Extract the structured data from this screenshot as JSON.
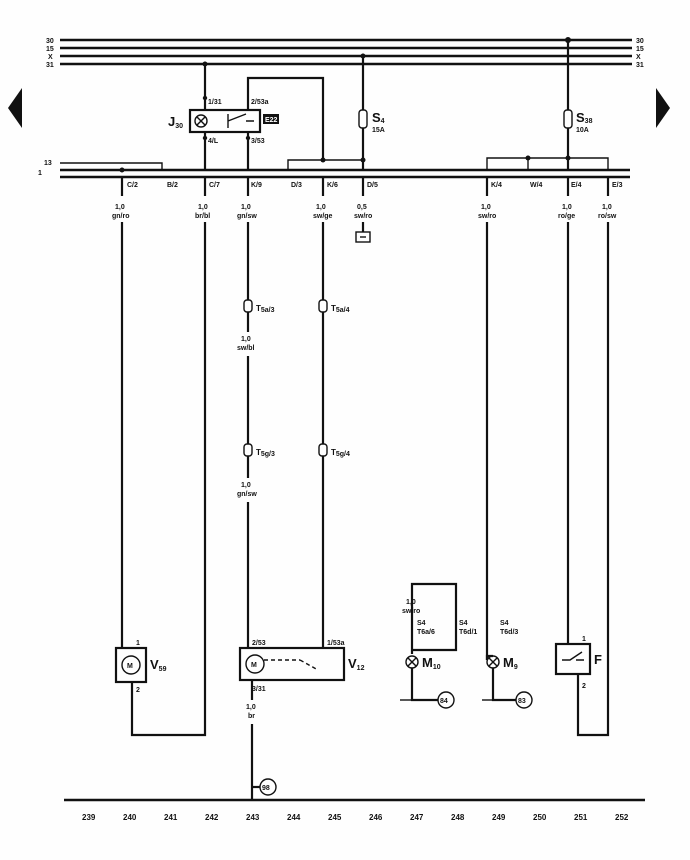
{
  "rails": [
    "30",
    "15",
    "X",
    "31"
  ],
  "connector_left": [
    "13",
    "1"
  ],
  "relay": {
    "name": "J30",
    "name_letter": "J",
    "name_sub": "30",
    "pin_top_left": "1/31",
    "pin_top_right": "2/53a",
    "pin_bottom_left": "4/L",
    "pin_bottom_right": "3/53",
    "indicator": "E22"
  },
  "fuse_s4": {
    "letter": "S",
    "sub": "4",
    "rating": "15A"
  },
  "fuse_s38": {
    "letter": "S",
    "sub": "38",
    "rating": "10A"
  },
  "top_pins": [
    "C/2",
    "B/2",
    "C/7",
    "K/9",
    "D/3",
    "K/6",
    "D/5",
    "K/4",
    "W/4",
    "E/4",
    "E/3"
  ],
  "wires": [
    {
      "size": "1,0",
      "color": "gn/ro"
    },
    {
      "size": "1,0",
      "color": "br/bl"
    },
    {
      "size": "1,0",
      "color": "gn/sw"
    },
    {
      "size": "1,0",
      "color": "sw/ge"
    },
    {
      "size": "0,5",
      "color": "sw/ro"
    },
    {
      "size": "1,0",
      "color": "sw/ro"
    },
    {
      "size": "1,0",
      "color": "ro/ge"
    },
    {
      "size": "1,0",
      "color": "ro/sw"
    }
  ],
  "connectors_mid": {
    "t5a3": {
      "letter": "T",
      "sub": "5a/3"
    },
    "t5a4": {
      "letter": "T",
      "sub": "5a/4"
    },
    "t5g3": {
      "letter": "T",
      "sub": "5g/3"
    },
    "t5g4": {
      "letter": "T",
      "sub": "5g/4"
    }
  },
  "mid_wire_1": {
    "size": "1,0",
    "color": "sw/bl"
  },
  "mid_wire_2": {
    "size": "1,0",
    "color": "gn/sw"
  },
  "v59": {
    "letter": "V",
    "sub": "59",
    "motor": "M",
    "pin_top": "1",
    "pin_bottom": "2"
  },
  "v12": {
    "letter": "V",
    "sub": "12",
    "motor": "M",
    "pin_top_left": "2/53",
    "pin_top_right": "1/53a",
    "pin_bottom": "3/31"
  },
  "bottom_wire": {
    "size": "1,0",
    "color": "br"
  },
  "lamps": {
    "feed": {
      "size": "1,0",
      "color": "sw/ro"
    },
    "m10": {
      "letter": "M",
      "sub": "10",
      "pin_a": "S4",
      "conn_a": "T6a/6",
      "pin_b": "S4",
      "conn_b": "T6d/1",
      "ground": "84"
    },
    "m9": {
      "letter": "M",
      "sub": "9",
      "pin": "S4",
      "conn": "T6d/3",
      "ground": "83"
    }
  },
  "switch_f": {
    "letter": "F",
    "pin_top": "1",
    "pin_bottom": "2"
  },
  "ground_98": "98",
  "bottom_numbers": [
    "239",
    "240",
    "241",
    "242",
    "243",
    "244",
    "245",
    "246",
    "247",
    "248",
    "249",
    "250",
    "251",
    "252"
  ]
}
